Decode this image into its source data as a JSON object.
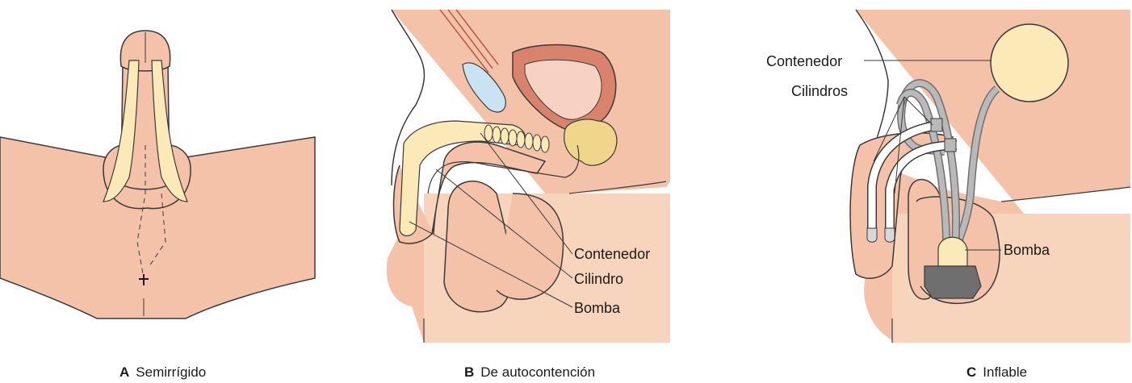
{
  "panel_a": {
    "letter": "A",
    "caption": "Semirrígido"
  },
  "panel_b": {
    "letter": "B",
    "caption": "De autocontención",
    "labels": {
      "reservoir": "Contenedor",
      "cylinder": "Cilindro",
      "pump": "Bomba"
    }
  },
  "panel_c": {
    "letter": "C",
    "caption": "Inflable",
    "labels": {
      "reservoir": "Contenedor",
      "cylinders": "Cilindros",
      "pump": "Bomba"
    }
  },
  "colors": {
    "skin": "#f4c2a8",
    "skin_dark": "#e8a98a",
    "implant": "#fbe9b7",
    "bladder": "#d9826c",
    "bladder_inner": "#f7d2c4",
    "prostate": "#f0d68a",
    "muscle_blue": "#c9e3f2",
    "gray_tube": "#b9b9b9",
    "dark_gray": "#6f6f6f"
  }
}
